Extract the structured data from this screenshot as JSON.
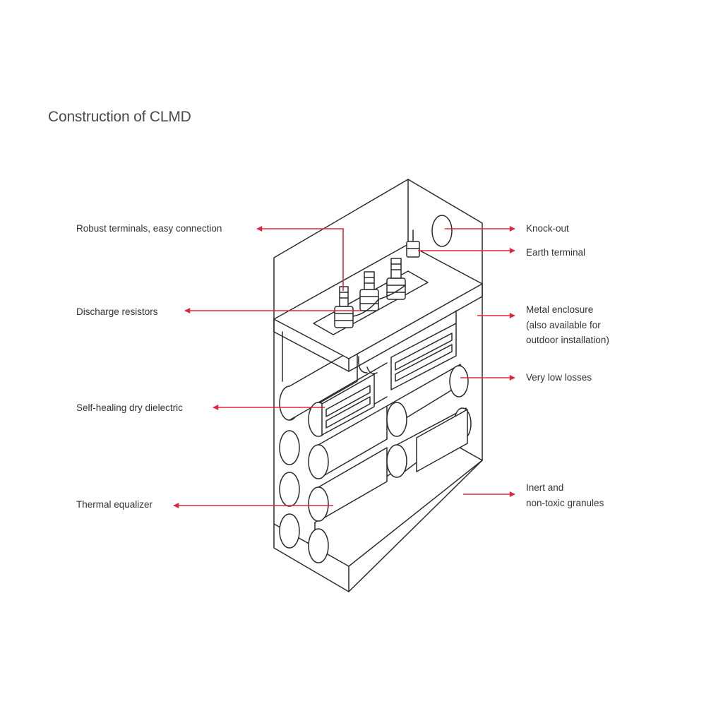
{
  "title": "Construction of CLMD",
  "colors": {
    "arrow": "#e0263c",
    "line": "#2b2b2b"
  },
  "labels": {
    "robust_terminals": "Robust terminals, easy connection",
    "discharge_resistors": "Discharge resistors",
    "self_healing": "Self-healing dry dielectric",
    "thermal_equalizer": "Thermal equalizer",
    "knock_out": "Knock-out",
    "earth_terminal": "Earth terminal",
    "metal_enclosure": [
      "Metal enclosure",
      "(also available for",
      "outdoor installation)"
    ],
    "very_low_losses": "Very low losses",
    "inert_granules": [
      "Inert and",
      "non-toxic granules"
    ]
  }
}
